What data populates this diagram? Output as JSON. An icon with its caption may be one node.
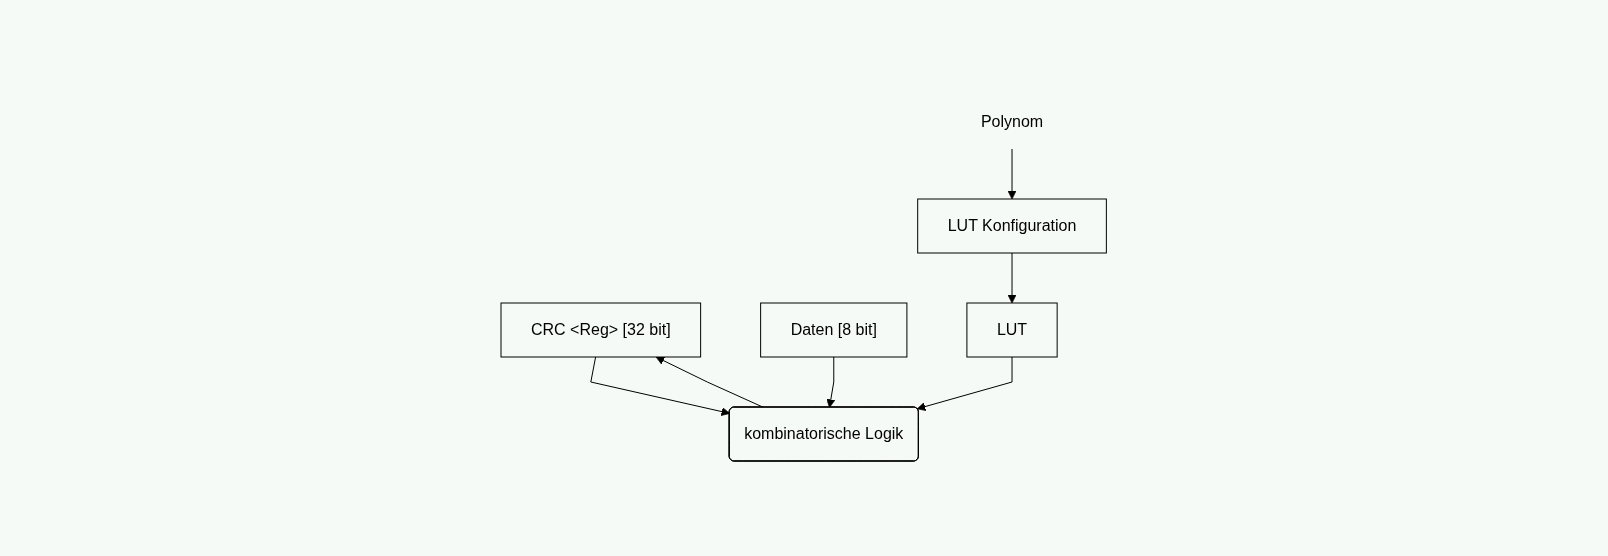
{
  "diagram": {
    "nodes": [
      {
        "text": [
          "CRC <Reg> [32 bit]"
        ]
      },
      {
        "text": [
          "Daten [8 bit]"
        ]
      },
      {
        "text": [
          "Polynom"
        ]
      },
      {
        "text": [
          "kombinatorische Logik"
        ]
      },
      {
        "text": [
          "LUT"
        ]
      },
      {
        "text": [
          "LUT Konfiguration"
        ]
      }
    ],
    "edges": [
      {
        "from": 0,
        "to": 3,
        "arrow": "to"
      },
      {
        "from": 1,
        "to": 3,
        "arrow": "to"
      },
      {
        "from": 2,
        "to": 5,
        "arrow": "to"
      },
      {
        "from": 5,
        "to": 4,
        "arrow": "to"
      },
      {
        "from": 4,
        "to": 3,
        "arrow": "to"
      },
      {
        "from": 3,
        "to": 0,
        "arrow": "to"
      }
    ]
  }
}
